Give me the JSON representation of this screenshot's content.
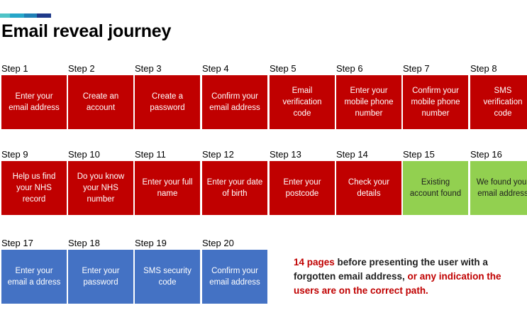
{
  "title": "Email reveal journey",
  "colors": {
    "red": "#c00000",
    "green": "#92d050",
    "blue": "#4472c4",
    "accent_bar": [
      "#4fc3c7",
      "#26a6c9",
      "#1f7fb5",
      "#1f3a8a"
    ]
  },
  "steps": [
    {
      "label": "Step 1",
      "text": "Enter your email address",
      "color": "red"
    },
    {
      "label": "Step 2",
      "text": "Create an account",
      "color": "red"
    },
    {
      "label": "Step 3",
      "text": "Create a password",
      "color": "red"
    },
    {
      "label": "Step 4",
      "text": "Confirm your email address",
      "color": "red"
    },
    {
      "label": "Step 5",
      "text": "Email verification code",
      "color": "red"
    },
    {
      "label": "Step 6",
      "text": "Enter your mobile phone number",
      "color": "red"
    },
    {
      "label": "Step 7",
      "text": "Confirm your mobile phone number",
      "color": "red"
    },
    {
      "label": "Step 8",
      "text": "SMS verification code",
      "color": "red"
    },
    {
      "label": "Step 9",
      "text": "Help us find your NHS record",
      "color": "red"
    },
    {
      "label": "Step 10",
      "text": "Do you know your NHS number",
      "color": "red"
    },
    {
      "label": "Step 11",
      "text": "Enter your full name",
      "color": "red"
    },
    {
      "label": "Step 12",
      "text": "Enter your date of birth",
      "color": "red"
    },
    {
      "label": "Step 13",
      "text": "Enter your postcode",
      "color": "red"
    },
    {
      "label": "Step 14",
      "text": "Check your details",
      "color": "red"
    },
    {
      "label": "Step 15",
      "text": "Existing account found",
      "color": "green"
    },
    {
      "label": "Step 16",
      "text": "We found your email address",
      "color": "green"
    },
    {
      "label": "Step 17",
      "text": "Enter your email a ddress",
      "color": "blue"
    },
    {
      "label": "Step 18",
      "text": "Enter your password",
      "color": "blue"
    },
    {
      "label": "Step 19",
      "text": "SMS security code",
      "color": "blue"
    },
    {
      "label": "Step 20",
      "text": "Confirm your email address",
      "color": "blue"
    }
  ],
  "note": {
    "part1": "14 pages",
    "part2": " before presenting the user with a forgotten email address, ",
    "part3": "or any indication the users are on the correct path."
  }
}
